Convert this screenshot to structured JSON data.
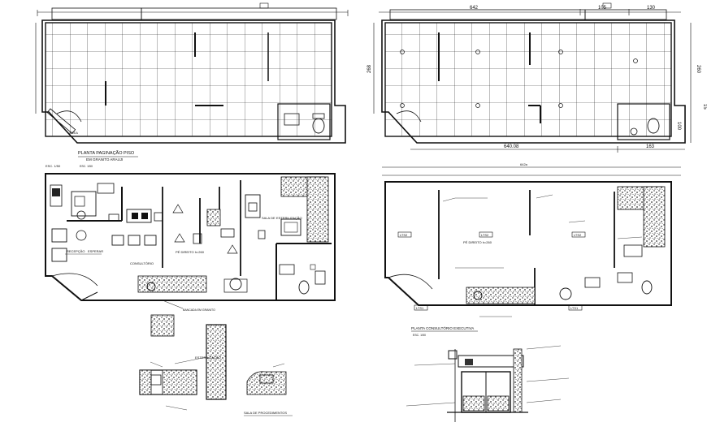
{
  "drawing": {
    "top_left": {
      "title": "PLANTA PAGINAÇÃO PISO",
      "subtitle": "EM GRANITO ARAUJI",
      "scale": "ESC. 1/50"
    },
    "top_right": {
      "dims": {
        "top_a": "642",
        "top_b": "105",
        "top_c": "130",
        "left": "268",
        "right_a": "260",
        "right_b": "100",
        "right_c": "15",
        "bottom_a": "640.08",
        "bottom_b": "163"
      }
    },
    "mid_left": {
      "labels": {
        "recepcao": "RECEPÇÃO",
        "esperar": "ESPERAR",
        "consultorio": "CONSULTÓRIO",
        "pe_direito": "PÉ DIREITO h=260",
        "esterilizacao": "ESTERILIZAÇÃO",
        "sala": "SALA DE",
        "procedimentos": "PROCEDIMENTOS",
        "bancada": "BANCADA EM GRANITO"
      },
      "details": {
        "esterilizacao": "ESTERILIZAÇÃO",
        "sala_procedimentos": "SALA DE PROCEDIMENTOS"
      }
    },
    "mid_right": {
      "title": "PLANTA CONSULTÓRIO EXECUTIVA",
      "scale": "ESC. 1/50",
      "pe_direito": "PÉ DIREITO h=260",
      "top_dim": "642a",
      "tags": [
        "LTS2",
        "LTS2",
        "LTS2",
        "LTS1",
        "LTS1"
      ]
    }
  }
}
